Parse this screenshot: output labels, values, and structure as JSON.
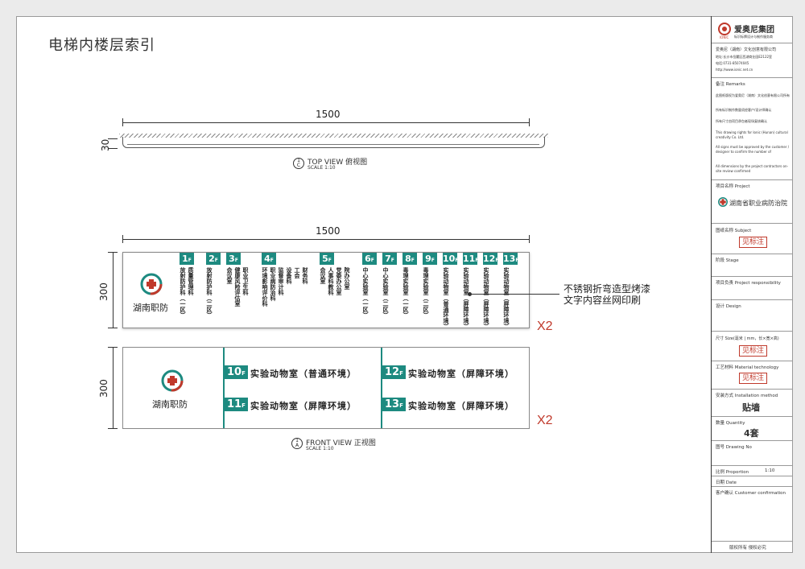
{
  "title": "电梯内楼层索引",
  "top_view": {
    "width_dim": "1500",
    "depth_dim": "30",
    "label": "TOP VIEW  俯视图",
    "scale": "SCALE 1:10",
    "circle_top": "1",
    "circle_bottom": "C"
  },
  "front_view": {
    "width_dim": "1500",
    "height_dim_1": "300",
    "height_dim_2": "300",
    "label": "FRONT VIEW 正视图",
    "scale": "SCALE 1:10",
    "circle_top": "1",
    "circle_bottom": "A"
  },
  "logo_text": "湖南职防",
  "panel1_floors": [
    {
      "num": "1",
      "unit": "F",
      "cols": [
        "质量管理科",
        "放射防护科（一区）"
      ]
    },
    {
      "num": "2",
      "unit": "F",
      "cols": [
        "放射防护科（二区）"
      ]
    },
    {
      "num": "3",
      "unit": "F",
      "cols": [
        "职业卫生科",
        "健康风险评估室",
        "会议室"
      ]
    },
    {
      "num": "4",
      "unit": "F",
      "cols": [
        "财务科",
        "工会",
        "设备科",
        "监督审计科",
        "职业病防治科",
        "环境影响评价科"
      ]
    },
    {
      "num": "5",
      "unit": "F",
      "cols": [
        "院办公室",
        "党委办公室",
        "人事科教科",
        "会议室"
      ]
    },
    {
      "num": "6",
      "unit": "F",
      "cols": [
        "中心实验室（一区）"
      ]
    },
    {
      "num": "7",
      "unit": "F",
      "cols": [
        "中心实验室（二区）"
      ]
    },
    {
      "num": "8",
      "unit": "F",
      "cols": [
        "毒理实验室（一区）"
      ]
    },
    {
      "num": "9",
      "unit": "F",
      "cols": [
        "毒理实验室（二区）"
      ]
    },
    {
      "num": "10",
      "unit": "F",
      "cols": [
        "实验动物室（普通环境）"
      ]
    },
    {
      "num": "11",
      "unit": "F",
      "cols": [
        "实验动物室（屏障环境）"
      ]
    },
    {
      "num": "12",
      "unit": "F",
      "cols": [
        "实验动物室（屏障环境）"
      ]
    },
    {
      "num": "13",
      "unit": "F",
      "cols": [
        "实验动物室（屏障环境）"
      ]
    }
  ],
  "panel2_floors": [
    {
      "num": "10",
      "unit": "F",
      "text": "实验动物室（普通环境）"
    },
    {
      "num": "11",
      "unit": "F",
      "text": "实验动物室（屏障环境）"
    },
    {
      "num": "12",
      "unit": "F",
      "text": "实验动物室（屏障环境）"
    },
    {
      "num": "13",
      "unit": "F",
      "text": "实验动物室（屏障环境）"
    }
  ],
  "qty_mark_1": "X2",
  "qty_mark_2": "X2",
  "note_line1": "不锈钢折弯造型烤漆",
  "note_line2": "文字内容丝网印刷",
  "title_block": {
    "company": "爱奥尼集团",
    "company_sub": "标识标牌设计与制作服务商",
    "brand": "IONIC",
    "company_full": "爱奥尼（湖南）文化创意有限公司",
    "address": "地址:长沙市岳麓区西湖商业园E2122室",
    "phone": "电话:0731-85074045",
    "web": "http://www.ionic.net.cn",
    "remarks_label": "备注 Remarks",
    "remarks_cn_1": "此图纸版权为爱奥尼（湖南）文化创意有限公司所有",
    "remarks_cn_2": "所有标识制作数量须经客户/设计师确认",
    "remarks_cn_3": "所有尺寸由项目承包者现场复核确认",
    "remarks_en_1": "This drawing rights for Ionic (Hunan) cultural creativity Co. Ltd.",
    "remarks_en_2": "All signs must be approved by the customer / designer to confirm the number of",
    "remarks_en_3": "All dimensions by the project contractors on-site review confirmed",
    "project_label": "项目名称 Project",
    "project_name": "湖南省职业病防治院",
    "subject_label": "图纸名称 Subject",
    "subject_value": "见标注",
    "stage_label": "阶段 Stage",
    "resp_label": "项目负责 Project responsibility",
    "design_label": "设计 Design",
    "size_label": "尺寸 Size(毫米 | mm，长×宽×高)",
    "size_value": "见标注",
    "material_label": "工艺材料 Material technology",
    "material_value": "见标注",
    "install_label": "安装方式 Installation method",
    "install_value": "贴墙",
    "qty_label": "数量 Quantity",
    "qty_value": "4套",
    "drawing_label": "图号 Drawing No",
    "prop_label": "比例 Proportion",
    "prop_value": "1:10",
    "date_label": "日期 Date",
    "confirm_label": "客户确认 Customer confirmation",
    "copyright": "版权所有  侵权必究"
  },
  "colors": {
    "teal": "#1d8a80",
    "red": "#c0392b"
  }
}
